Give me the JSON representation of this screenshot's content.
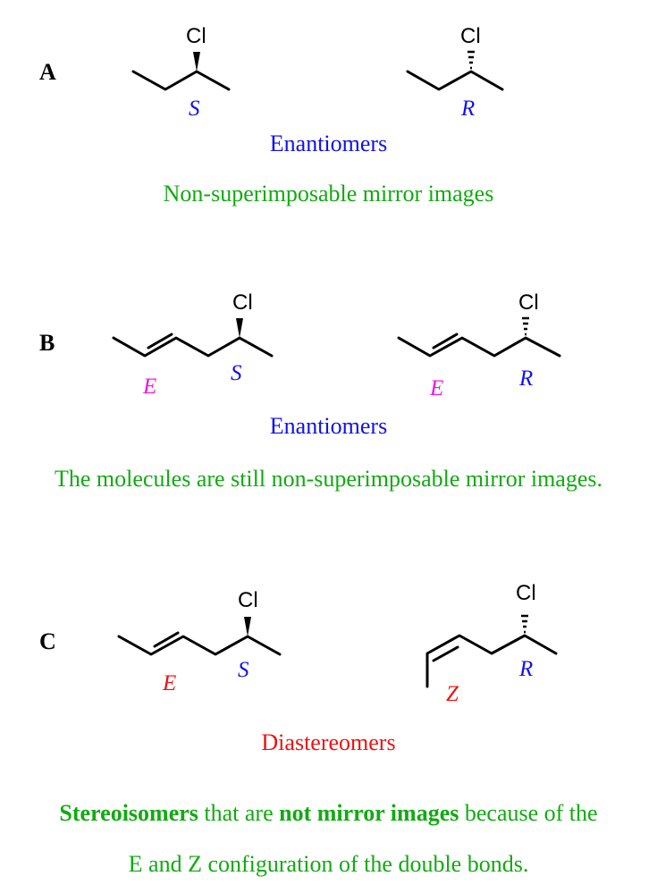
{
  "colors": {
    "enantiomer_blue": "#1111ee",
    "explanation_green": "#11aa11",
    "diastereomer_red": "#ee1111",
    "E_magenta": "#ee11ee",
    "bond_black": "#000000"
  },
  "sections": [
    {
      "label": "A",
      "left_molecule": {
        "substituent": "Cl",
        "stereo": "S",
        "bond": "wedge"
      },
      "right_molecule": {
        "substituent": "Cl",
        "stereo": "R",
        "bond": "hash"
      },
      "relation": "Enantiomers",
      "explanation": "Non-superimposable mirror images"
    },
    {
      "label": "B",
      "left_molecule": {
        "substituent": "Cl",
        "stereo": "S",
        "alkene": "E",
        "bond": "wedge"
      },
      "right_molecule": {
        "substituent": "Cl",
        "stereo": "R",
        "alkene": "E",
        "bond": "hash"
      },
      "relation": "Enantiomers",
      "explanation": "The molecules are still non-superimposable mirror images."
    },
    {
      "label": "C",
      "left_molecule": {
        "substituent": "Cl",
        "stereo": "S",
        "alkene": "E",
        "bond": "wedge"
      },
      "right_molecule": {
        "substituent": "Cl",
        "stereo": "R",
        "alkene": "Z",
        "bond": "hash"
      },
      "relation": "Diastereomers",
      "explanation_parts": [
        {
          "text": "Stereoisomers",
          "bold": true
        },
        {
          "text": " that are ",
          "bold": false
        },
        {
          "text": "not mirror images",
          "bold": true
        },
        {
          "text": " because of the",
          "bold": false
        }
      ],
      "explanation_line2": "E and Z configuration of the double bonds."
    }
  ]
}
